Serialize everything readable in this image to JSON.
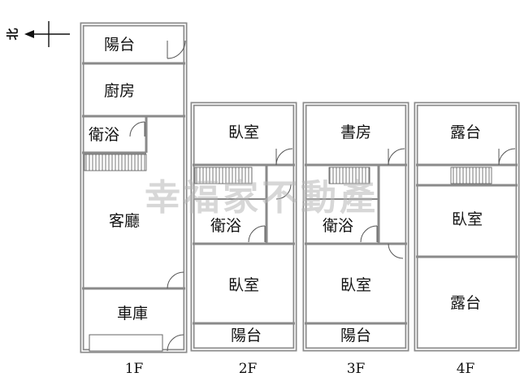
{
  "north_label": "北",
  "watermark": "幸福家不動產",
  "floors": [
    {
      "label": "1F",
      "rooms": [
        "陽台",
        "廚房",
        "衛浴",
        "客廳",
        "車庫"
      ]
    },
    {
      "label": "2F",
      "rooms": [
        "臥室",
        "衛浴",
        "臥室",
        "陽台"
      ]
    },
    {
      "label": "3F",
      "rooms": [
        "書房",
        "衛浴",
        "臥室",
        "陽台"
      ]
    },
    {
      "label": "4F",
      "rooms": [
        "露台",
        "臥室",
        "露台"
      ]
    }
  ],
  "colors": {
    "wall": "#8a8a8a",
    "wall_inner": "#ffffff",
    "text": "#111111",
    "watermark": "#b7b7b7"
  }
}
